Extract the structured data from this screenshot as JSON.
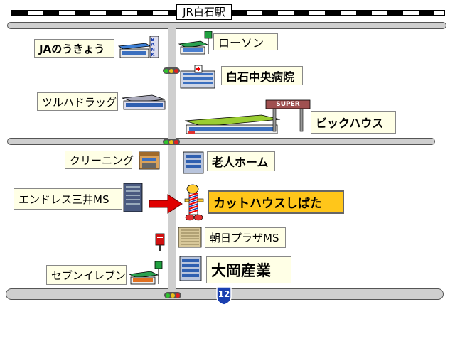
{
  "station": "JR白石駅",
  "route_number": "12",
  "labels": {
    "ja": "JAのうきょう",
    "lawson": "ローソン",
    "hospital": "白石中央病院",
    "tsuruha": "ツルハドラッグ",
    "big": "ビックハウス",
    "cleaning": "クリーニング",
    "elderly": "老人ホーム",
    "endless": "エンドレス三井MS",
    "cuthouse": "カットハウスしばた",
    "asahi": "朝日プラザMS",
    "seven": "セブンイレブン",
    "ooka": "大岡産業"
  },
  "signs": {
    "bank": "BANK",
    "super": "SUPER"
  },
  "colors": {
    "label_bg": "#ffffe6",
    "highlight_bg": "#ffc61a",
    "road": "#cfcfcf",
    "arrow": "#e00000",
    "route_shield": "#1a3fb0"
  }
}
